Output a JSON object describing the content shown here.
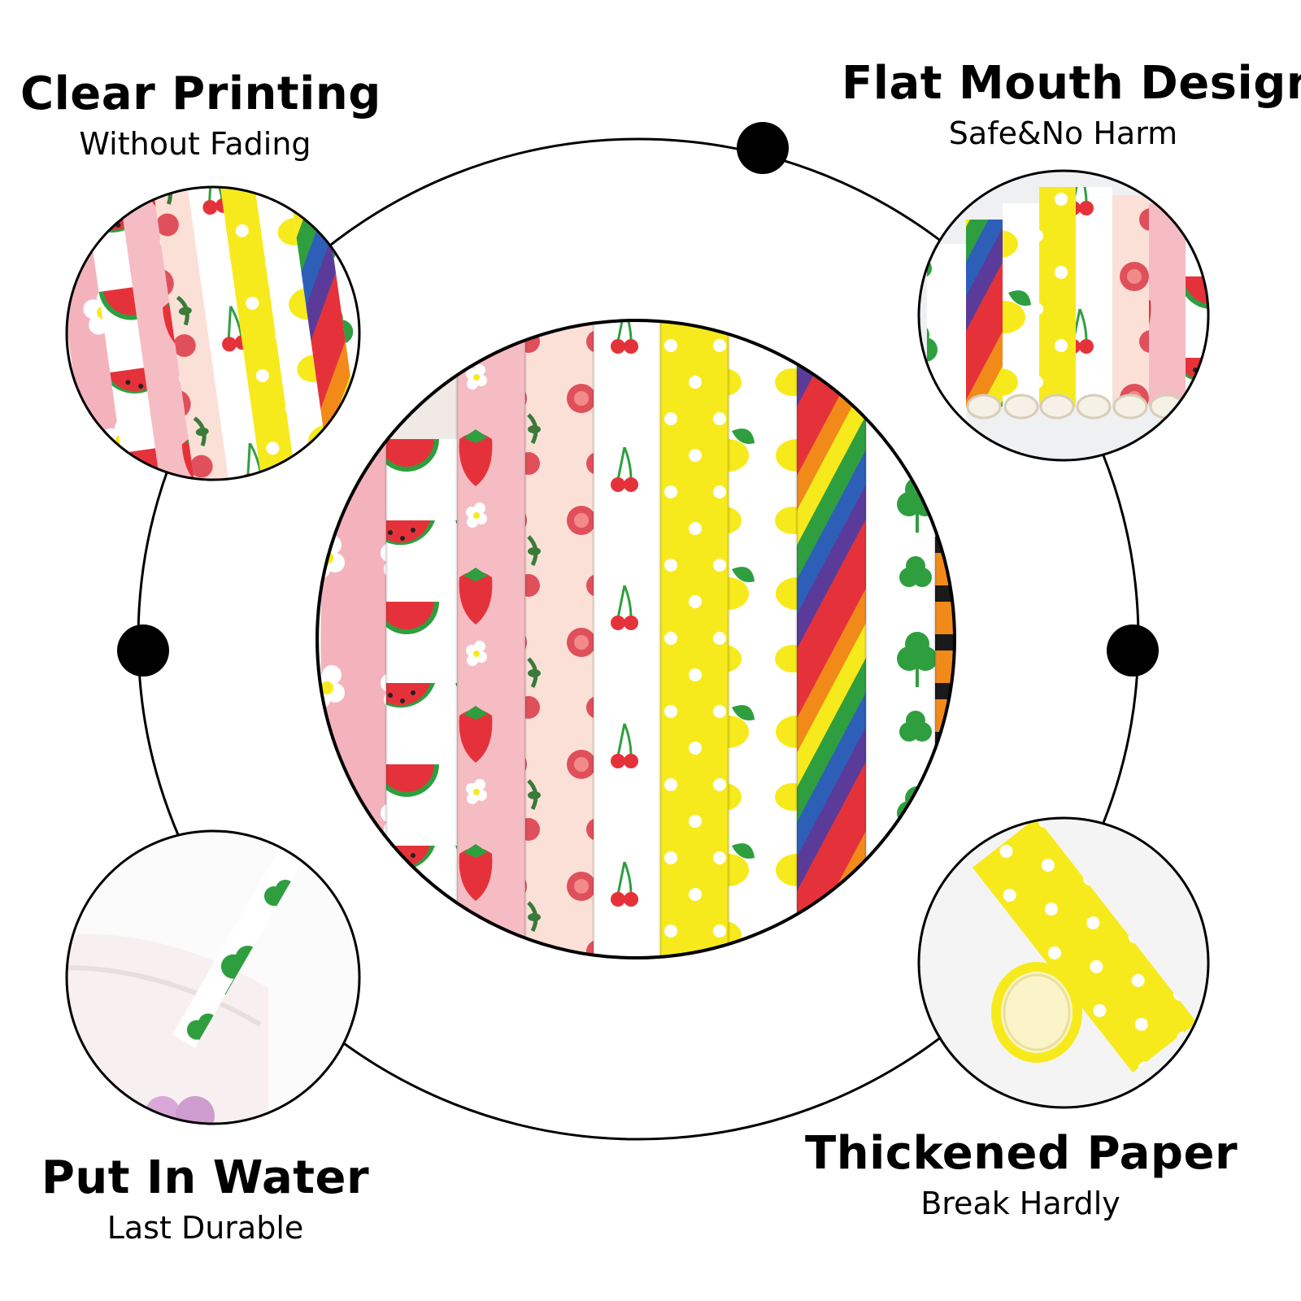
{
  "features": {
    "top_left": {
      "title": "Clear Printing",
      "subtitle": "Without Fading"
    },
    "top_right": {
      "title": "Flat Mouth Design",
      "subtitle": "Safe&No Harm"
    },
    "bottom_left": {
      "title": "Put In Water",
      "subtitle": "Last Durable"
    },
    "bottom_right": {
      "title": "Thickened Paper",
      "subtitle": "Break Hardly"
    }
  },
  "colors": {
    "ring": "#000000",
    "yellow": "#f7ea1c",
    "pink": "#f4b3bc",
    "red": "#e5323a",
    "green": "#2f9e3f",
    "orange": "#f28a1a",
    "blue": "#2d5fb8",
    "purple": "#5a3b99",
    "white": "#ffffff"
  },
  "icons": [
    "watermelon-pattern",
    "strawberry-pattern",
    "floral-pattern",
    "cherry-pattern",
    "polka-dot-pattern",
    "lemon-pattern",
    "rainbow-stripe-pattern",
    "shamrock-pattern"
  ]
}
